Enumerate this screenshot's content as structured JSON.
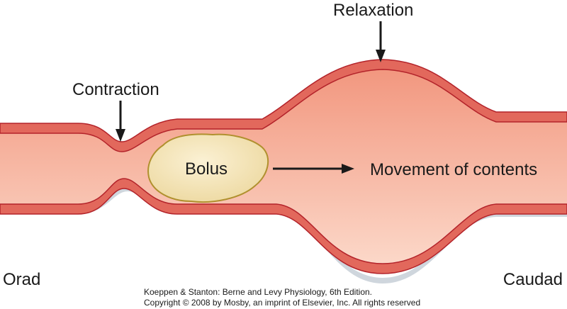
{
  "labels": {
    "relaxation": "Relaxation",
    "contraction": "Contraction",
    "bolus": "Bolus",
    "movement": "Movement of contents",
    "orad": "Orad",
    "caudad": "Caudad"
  },
  "credit": {
    "line1": "Koeppen & Stanton: Berne and Levy Physiology, 6th Edition.",
    "line2": "Copyright © 2008 by Mosby, an imprint of Elsevier, Inc. All rights reserved"
  },
  "colors": {
    "wall_fill": "#e2685c",
    "wall_stroke": "#b3232a",
    "lumen_top": "#f3a08a",
    "lumen_bottom": "#fbd5c6",
    "bolus_fill": "#f3e3b4",
    "bolus_stroke": "#b0902e",
    "shadow": "#cfd5dc",
    "arrow": "#1a1a1a"
  }
}
